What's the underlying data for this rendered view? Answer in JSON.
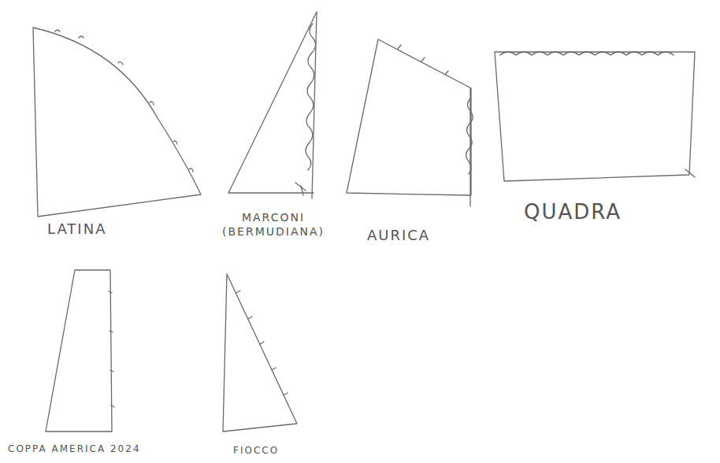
{
  "diagram": {
    "labels": [
      "LATINA",
      "MARCONI (BERMUDIANA)",
      "AURICA",
      "QUADRA",
      "COPPA AMERICA 2024",
      "FIOCCO"
    ]
  }
}
